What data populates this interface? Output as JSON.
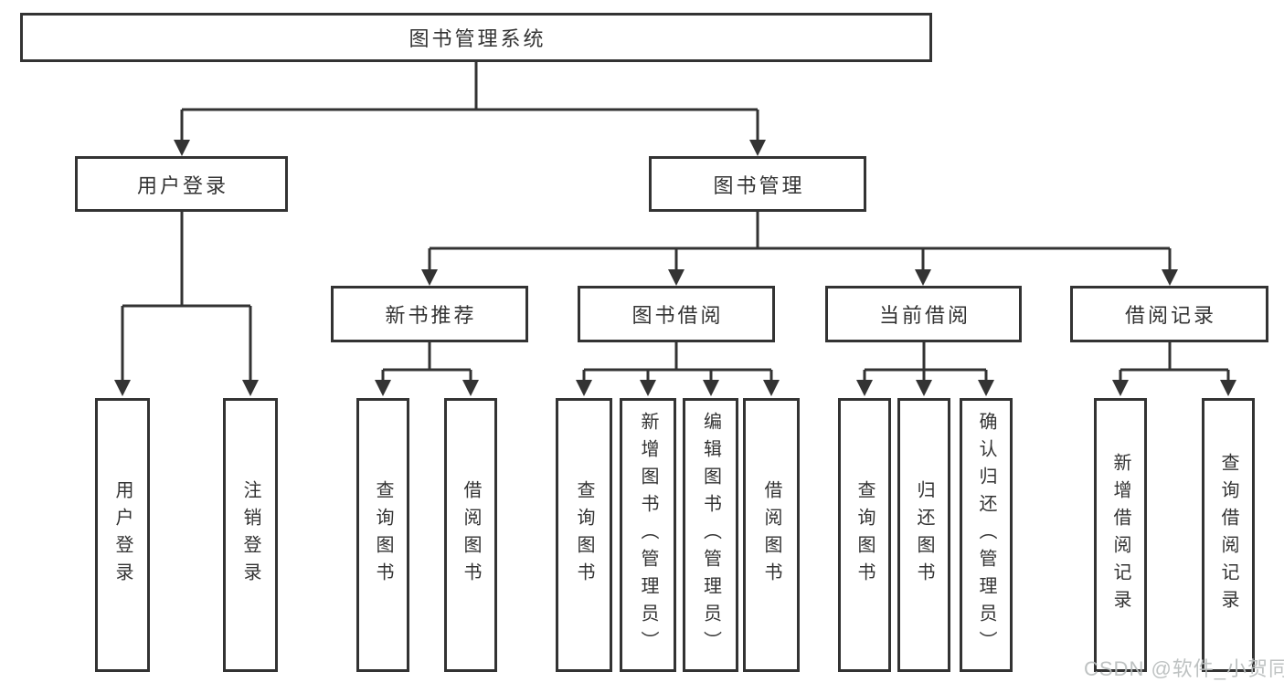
{
  "colors": {
    "line": "#333333",
    "text": "#333333",
    "background": "#ffffff",
    "watermark": "#b9bdbd"
  },
  "watermark": {
    "text": "CSDN @软件_小贺同学"
  },
  "diagram": {
    "root": {
      "label": "图书管理系统"
    },
    "branches": [
      {
        "label": "用户登录",
        "children": [
          {
            "label": "用户登录"
          },
          {
            "label": "注销登录"
          }
        ]
      },
      {
        "label": "图书管理",
        "children": [
          {
            "label": "新书推荐",
            "children": [
              {
                "label": "查询图书"
              },
              {
                "label": "借阅图书"
              }
            ]
          },
          {
            "label": "图书借阅",
            "children": [
              {
                "label": "查询图书"
              },
              {
                "label": "新增图书（管理员）"
              },
              {
                "label": "编辑图书（管理员）"
              },
              {
                "label": "借阅图书"
              }
            ]
          },
          {
            "label": "当前借阅",
            "children": [
              {
                "label": "查询图书"
              },
              {
                "label": "归还图书"
              },
              {
                "label": "确认归还（管理员）"
              }
            ]
          },
          {
            "label": "借阅记录",
            "children": [
              {
                "label": "新增借阅记录"
              },
              {
                "label": "查询借阅记录"
              }
            ]
          }
        ]
      }
    ]
  }
}
